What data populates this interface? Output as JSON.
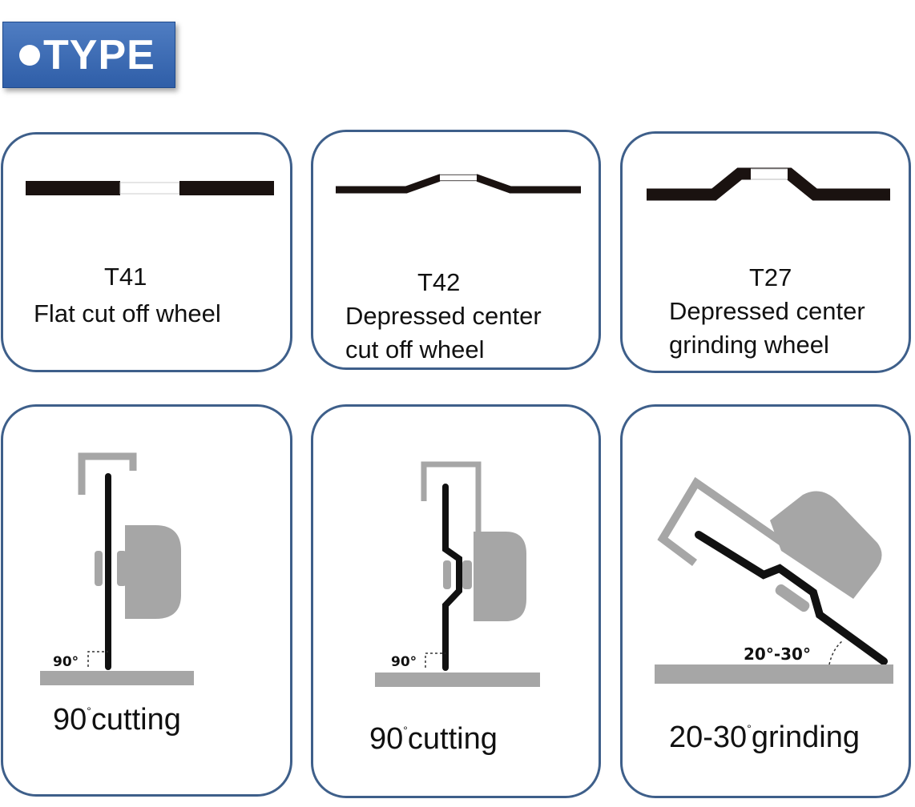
{
  "header": {
    "title": "TYPE"
  },
  "types": [
    {
      "code": "T41",
      "desc_line1": "Flat cut off wheel",
      "desc_line2": ""
    },
    {
      "code": "T42",
      "desc_line1": "Depressed center",
      "desc_line2": "cut off wheel"
    },
    {
      "code": "T27",
      "desc_line1": "Depressed center",
      "desc_line2": "grinding wheel"
    }
  ],
  "usages": [
    {
      "angle_label": "90°",
      "num": "90",
      "deg": "°",
      "action": "cutting"
    },
    {
      "angle_label": "90°",
      "num": "90",
      "deg": "°",
      "action": "cutting"
    },
    {
      "angle_label": "20°-30°",
      "num": "20-30",
      "deg": "°",
      "action": "grinding"
    }
  ],
  "colors": {
    "badge": "#3a68b0",
    "card_border": "#3e5f8a",
    "wheel": "#1a1210",
    "machine_gray": "#a6a6a6"
  }
}
